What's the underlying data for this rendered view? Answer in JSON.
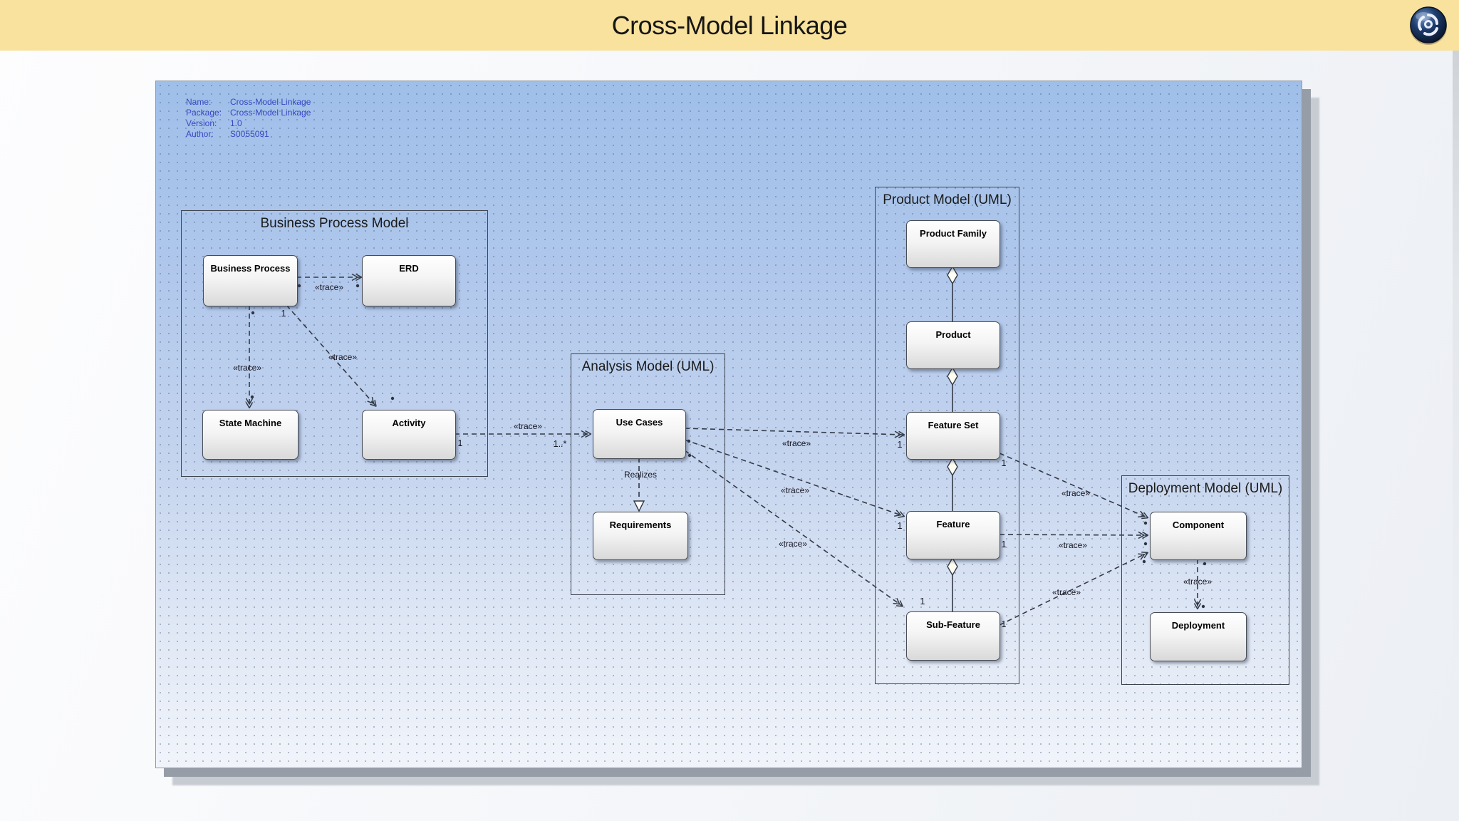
{
  "banner": {
    "title": "Cross-Model Linkage"
  },
  "icons": {
    "app_icon": "swirl-sphere-icon"
  },
  "metadata": {
    "rows": [
      {
        "label": "Name:",
        "value": "Cross-Model Linkage"
      },
      {
        "label": "Package:",
        "value": "Cross-Model Linkage"
      },
      {
        "label": "Version:",
        "value": "1.0"
      },
      {
        "label": "Author:",
        "value": "S0055091"
      }
    ]
  },
  "packages": [
    {
      "title": "Business Process Model"
    },
    {
      "title": "Analysis Model (UML)"
    },
    {
      "title": "Product Model (UML)"
    },
    {
      "title": "Deployment Model (UML)"
    }
  ],
  "nodes": [
    {
      "label": "Business Process"
    },
    {
      "label": "ERD"
    },
    {
      "label": "State Machine"
    },
    {
      "label": "Activity"
    },
    {
      "label": "Use Cases"
    },
    {
      "label": "Requirements"
    },
    {
      "label": "Product Family"
    },
    {
      "label": "Product"
    },
    {
      "label": "Feature Set"
    },
    {
      "label": "Feature"
    },
    {
      "label": "Sub-Feature"
    },
    {
      "label": "Component"
    },
    {
      "label": "Deployment"
    }
  ],
  "connectors": [
    {
      "name": "business-process-to-erd",
      "stereotype": "«trace»"
    },
    {
      "name": "business-process-to-state-machine",
      "stereotype": "«trace»"
    },
    {
      "name": "business-process-to-activity",
      "stereotype": "«trace»",
      "source_mult": "1"
    },
    {
      "name": "activity-to-use-cases",
      "stereotype": "«trace»",
      "source_mult": "1",
      "target_mult": "1..*"
    },
    {
      "name": "use-cases-to-feature-set",
      "stereotype": "«trace»",
      "target_mult": "1"
    },
    {
      "name": "use-cases-to-feature",
      "stereotype": "«trace»",
      "target_mult": "1"
    },
    {
      "name": "use-cases-to-sub-feature",
      "stereotype": "«trace»",
      "target_mult": "1"
    },
    {
      "name": "feature-set-to-component",
      "stereotype": "«trace»",
      "source_mult": "1"
    },
    {
      "name": "feature-to-component",
      "stereotype": "«trace»",
      "source_mult": "1"
    },
    {
      "name": "sub-feature-to-component",
      "stereotype": "«trace»",
      "source_mult": "1"
    },
    {
      "name": "component-to-deployment",
      "stereotype": "«trace»"
    },
    {
      "name": "use-cases-to-requirements",
      "label": "Realizes"
    }
  ],
  "colors": {
    "banner": "#f9e29d",
    "canvas_top": "#9fbfe9",
    "canvas_bottom": "#f1f4fa",
    "metadata_text": "#3747c2",
    "connector": "#333a46",
    "node_border": "#474c55"
  }
}
